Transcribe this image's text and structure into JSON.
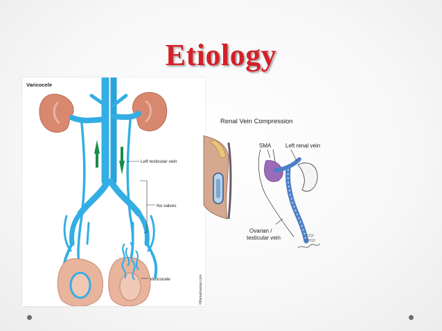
{
  "slide": {
    "title": "Etiology",
    "title_color": "#d42027"
  },
  "left_figure": {
    "heading": "Varicocele",
    "labels": {
      "left_testicular_vein": "Left testicular vein",
      "no_valves": "No valves",
      "varicocele": "Varicocele"
    },
    "credit": "©thenabrazaar.com",
    "vein_color": "#33aee4",
    "kidney_color": "#d98870"
  },
  "right_figure": {
    "heading": "Renal Vein Compression",
    "labels": {
      "sma": "SMA",
      "left_renal_vein": "Left renal vein",
      "ovarian_line1": "Ovarian /",
      "ovarian_line2": "testicular vein"
    },
    "credit_line1": "CCF",
    "credit_line2": "©2010"
  }
}
